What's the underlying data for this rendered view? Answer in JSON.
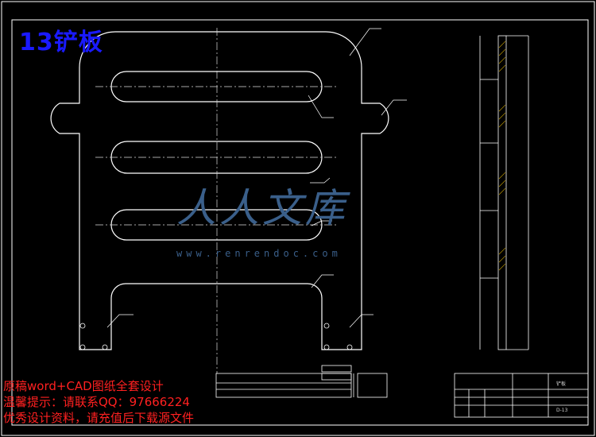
{
  "title": "13铲板",
  "notes": [
    "原稿word+CAD图纸全套设计",
    "温馨提示：请联系QQ：97666224",
    "优秀设计资料，请充值后下载源文件"
  ],
  "watermark": {
    "chinese": "人人文库",
    "url": "www.renrendoc.com"
  },
  "title_block": {
    "drawing_no": "D-13",
    "part_name": "铲板"
  },
  "colors": {
    "line": "#ffffff",
    "title": "#1a1aff",
    "note": "#ff2020",
    "watermark": "#3a5f8a",
    "hatch": "#c8a000"
  }
}
